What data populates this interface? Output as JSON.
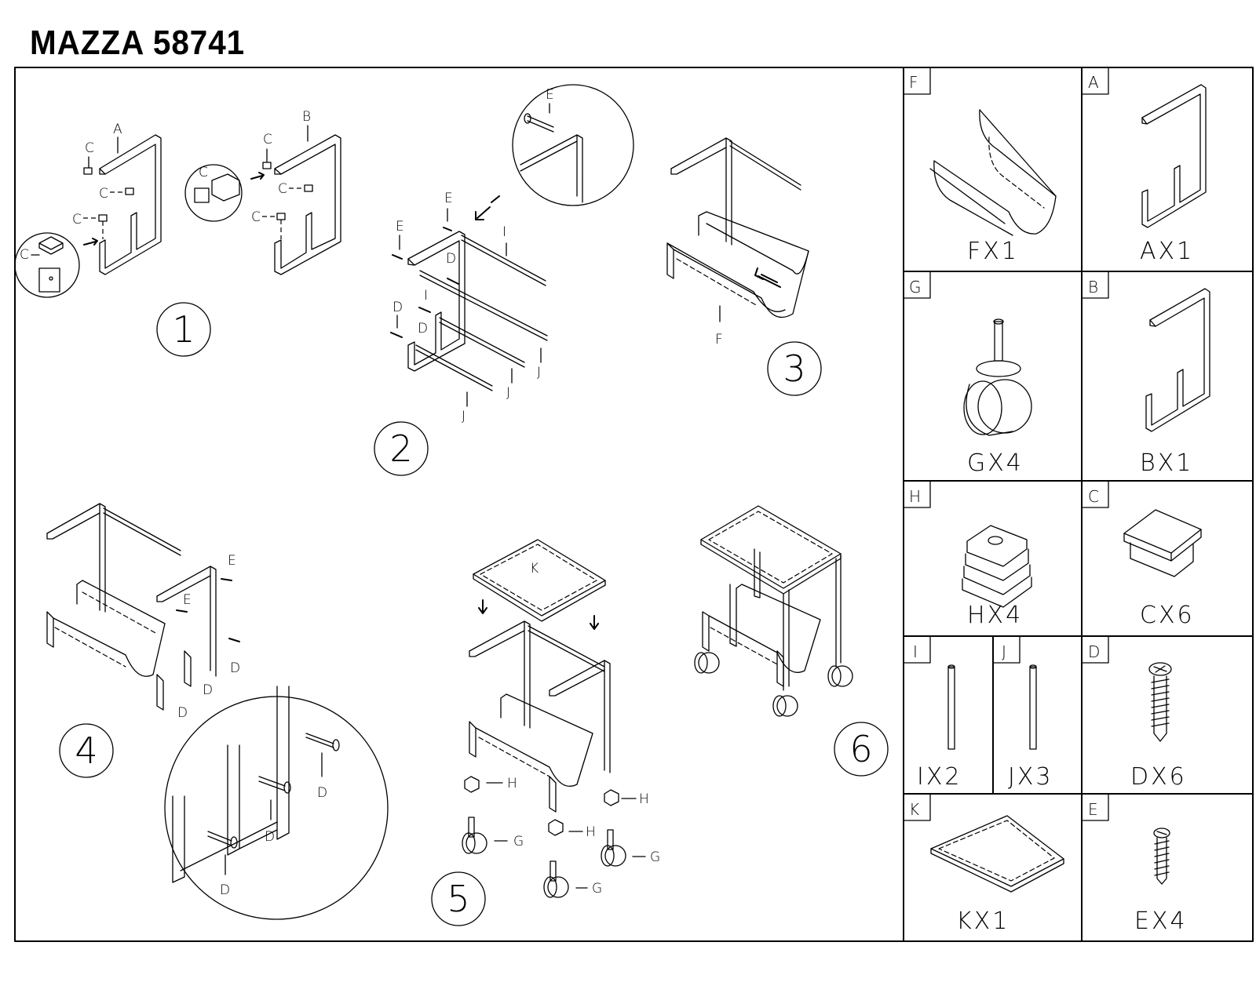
{
  "title": "MAZZA 58741",
  "steps": [
    "1",
    "2",
    "3",
    "4",
    "5",
    "6"
  ],
  "callouts": {
    "A": "A",
    "B": "B",
    "C": "C",
    "D": "D",
    "E": "E",
    "F": "F",
    "G": "G",
    "H": "H",
    "I": "I",
    "J": "J",
    "K": "K"
  },
  "parts": [
    {
      "letter": "F",
      "count": "FX1"
    },
    {
      "letter": "A",
      "count": "AX1"
    },
    {
      "letter": "G",
      "count": "GX4"
    },
    {
      "letter": "B",
      "count": "BX1"
    },
    {
      "letter": "H",
      "count": "HX4"
    },
    {
      "letter": "C",
      "count": "CX6"
    },
    {
      "letter": "I",
      "count": "IX2"
    },
    {
      "letter": "J",
      "count": "JX3"
    },
    {
      "letter": "D",
      "count": "DX6"
    },
    {
      "letter": "K",
      "count": "KX1"
    },
    {
      "letter": "E",
      "count": "EX4"
    }
  ]
}
